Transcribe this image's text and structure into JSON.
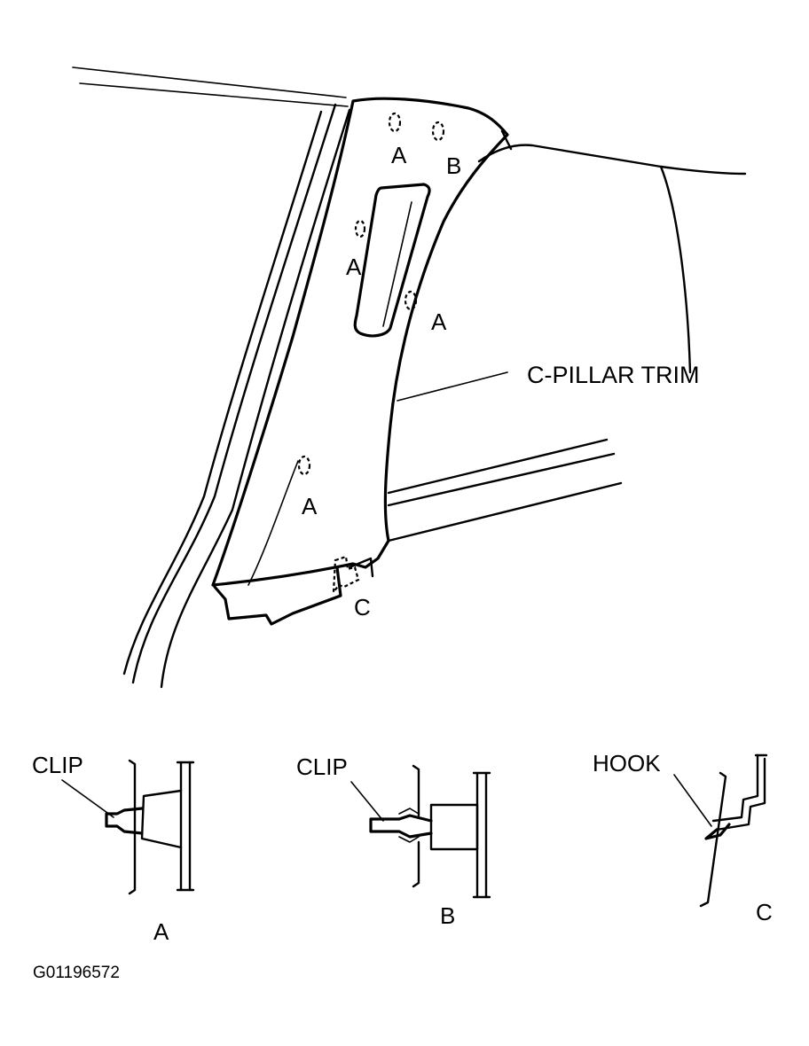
{
  "main_view": {
    "part_label": "C-PILLAR TRIM",
    "fastener_labels": [
      "A",
      "B",
      "A",
      "A",
      "A",
      "C"
    ]
  },
  "details": [
    {
      "callout": "CLIP",
      "caption": "A"
    },
    {
      "callout": "CLIP",
      "caption": "B"
    },
    {
      "callout": "HOOK",
      "caption": "C"
    }
  ],
  "figure_code": "G01196572"
}
